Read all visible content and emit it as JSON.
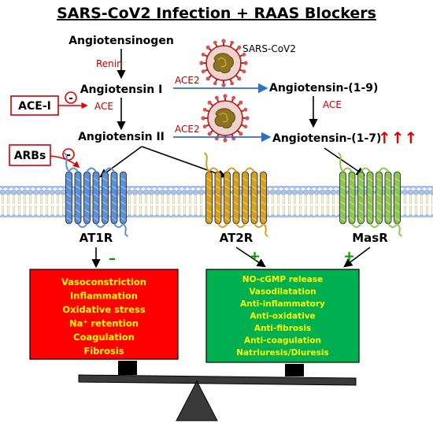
{
  "title": "SARS-CoV2 Infection + RAAS Blockers",
  "virus_label": "SARS-CoV2",
  "pathway": {
    "angiotensinogen": "Angiotensinogen",
    "renin": "Renin",
    "ang1": "Angiotensin I",
    "ace": "ACE",
    "ang2": "Angiotensin II",
    "ace2_top": "ACE2",
    "ace2_bottom": "ACE2",
    "ang19": "Angiotensin-(1-9)",
    "ace_right": "ACE",
    "ang17": "Angiotensin-(1-7)",
    "up_arrows": "↑↑↑"
  },
  "blockers": {
    "acei": "ACE-I",
    "arbs": "ARBs",
    "inhibit_sign": "-"
  },
  "receptors": {
    "at1r": "AT1R",
    "at2r": "AT2R",
    "masr": "MasR"
  },
  "signs": {
    "at1r": "–",
    "at2r": "+",
    "masr": "+"
  },
  "effects_harmful": [
    "Vasoconstriction",
    "Inflammation",
    "Oxidative stress",
    "Na⁺ retention",
    "Coagulation",
    "Fibrosis"
  ],
  "effects_protective": [
    "NO-cGMP release",
    "Vasodilatation",
    "Anti-inflammatory",
    "Anti-oxidative",
    "Anti-fibrosis",
    "Anti-coagulation",
    "Natriuresis/Diuresis"
  ],
  "colors": {
    "harmful_box": "#ff0000",
    "protective_box": "#00b050",
    "effect_text": "#ffff00",
    "at1r": "#5b8fd6",
    "at2r": "#d4a020",
    "masr": "#8cc850",
    "membrane": "#a8c4ee",
    "red_text": "#c00000",
    "arrow_blue": "#2f6fc6"
  }
}
